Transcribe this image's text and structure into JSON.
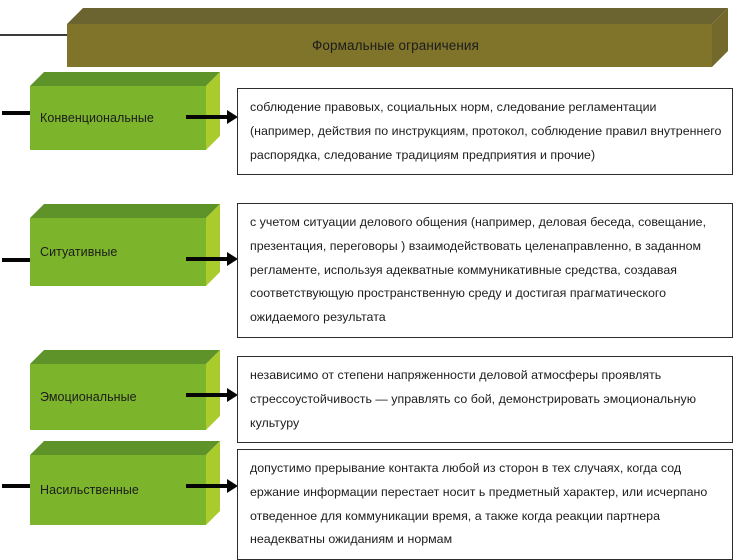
{
  "header": {
    "title": "Формальные ограничения",
    "colors": {
      "front": "#80742b",
      "top": "#6b6330",
      "side": "#73692c"
    }
  },
  "palette": {
    "box_front": "#7cb52b",
    "box_top": "#5d9329",
    "box_side": "#a9cc2c",
    "text": "#1c1c1c",
    "arrow": "#050505",
    "border": "#2d2d2d",
    "background": "#ffffff"
  },
  "rows": [
    {
      "category": "Конвенциональные",
      "description": "соблюдение правовых, социальных норм, следование регламентации (например, действия по инструкциям, протокол, соблюдение правил внутреннего распорядка, следование традициям предприятия и прочие)",
      "has_left_arrow": true,
      "has_mid_arrow": true
    },
    {
      "category": "Ситуативные",
      "description": "с учетом ситуации делового общения (например, деловая беседа, совещание, презентация, переговоры ) взаимодействовать  целенаправленно, в заданном регламенте, используя адекватные  коммуникативные средства, создавая соответствующую пространственную среду и достигая прагматического ожидаемого результата",
      "has_left_arrow": true,
      "has_mid_arrow": true
    },
    {
      "category": "Эмоциональные",
      "description": "независимо от степени напряженности деловой атмосферы проявлять стрессоустойчивость  — управлять со бой, демонстрировать эмоциональную культуру",
      "has_left_arrow": false,
      "has_mid_arrow": true
    },
    {
      "category": "Насильственные",
      "description": "допустимо прерывание контакта любой из сторон в тех случаях, когда сод ержание информации перестает носит ь предметный характер, или исчерпано отведенное для  коммуникации время, а также когда реакции партнера неадекватны ожиданиям и нормам",
      "has_left_arrow": true,
      "has_mid_arrow": true
    }
  ]
}
